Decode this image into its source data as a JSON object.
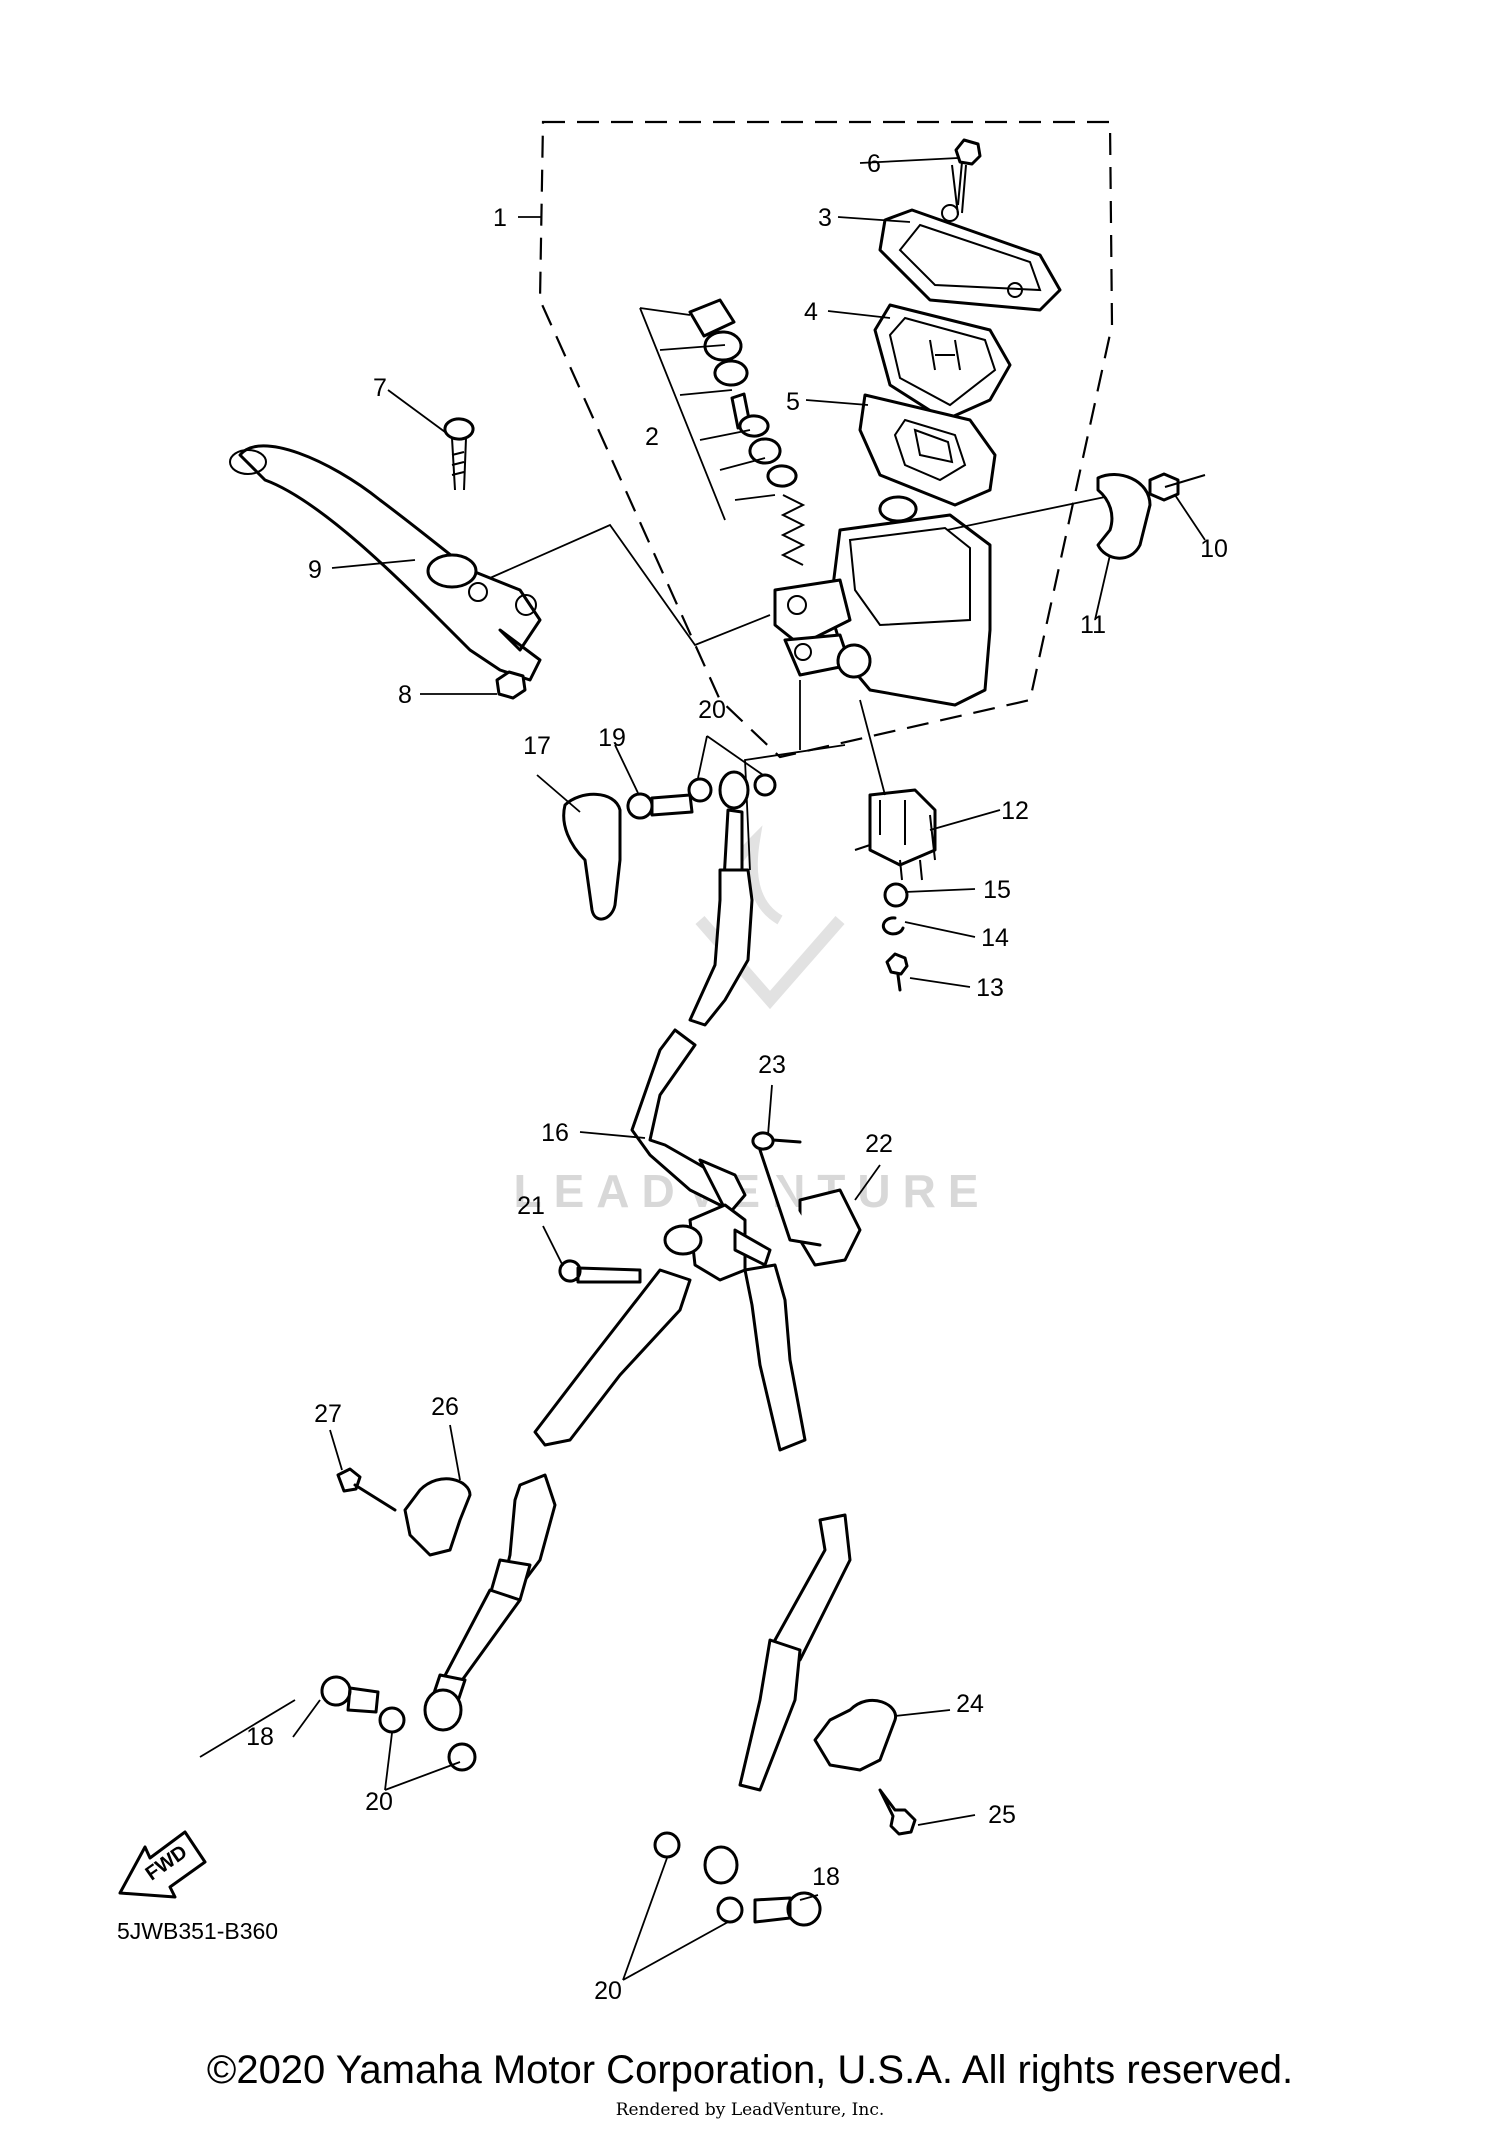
{
  "diagram": {
    "code": "5JWB351-B360",
    "fwd_label": "FWD",
    "watermark": "LEADVENTURE",
    "callouts": [
      {
        "id": "c1",
        "text": "1"
      },
      {
        "id": "c2",
        "text": "2"
      },
      {
        "id": "c3",
        "text": "3"
      },
      {
        "id": "c4",
        "text": "4"
      },
      {
        "id": "c5",
        "text": "5"
      },
      {
        "id": "c6",
        "text": "6"
      },
      {
        "id": "c7",
        "text": "7"
      },
      {
        "id": "c8",
        "text": "8"
      },
      {
        "id": "c9",
        "text": "9"
      },
      {
        "id": "c10",
        "text": "10"
      },
      {
        "id": "c11",
        "text": "11"
      },
      {
        "id": "c12",
        "text": "12"
      },
      {
        "id": "c13",
        "text": "13"
      },
      {
        "id": "c14",
        "text": "14"
      },
      {
        "id": "c15",
        "text": "15"
      },
      {
        "id": "c16",
        "text": "16"
      },
      {
        "id": "c17",
        "text": "17"
      },
      {
        "id": "c18a",
        "text": "18"
      },
      {
        "id": "c18b",
        "text": "18"
      },
      {
        "id": "c19",
        "text": "19"
      },
      {
        "id": "c20a",
        "text": "20"
      },
      {
        "id": "c20b",
        "text": "20"
      },
      {
        "id": "c20c",
        "text": "20"
      },
      {
        "id": "c21",
        "text": "21"
      },
      {
        "id": "c22",
        "text": "22"
      },
      {
        "id": "c23",
        "text": "23"
      },
      {
        "id": "c24",
        "text": "24"
      },
      {
        "id": "c25",
        "text": "25"
      },
      {
        "id": "c26",
        "text": "26"
      },
      {
        "id": "c27",
        "text": "27"
      }
    ]
  },
  "footer": {
    "copyright": "©2020 Yamaha Motor Corporation, U.S.A. All rights reserved.",
    "rendered_by": "Rendered by LeadVenture, Inc."
  }
}
